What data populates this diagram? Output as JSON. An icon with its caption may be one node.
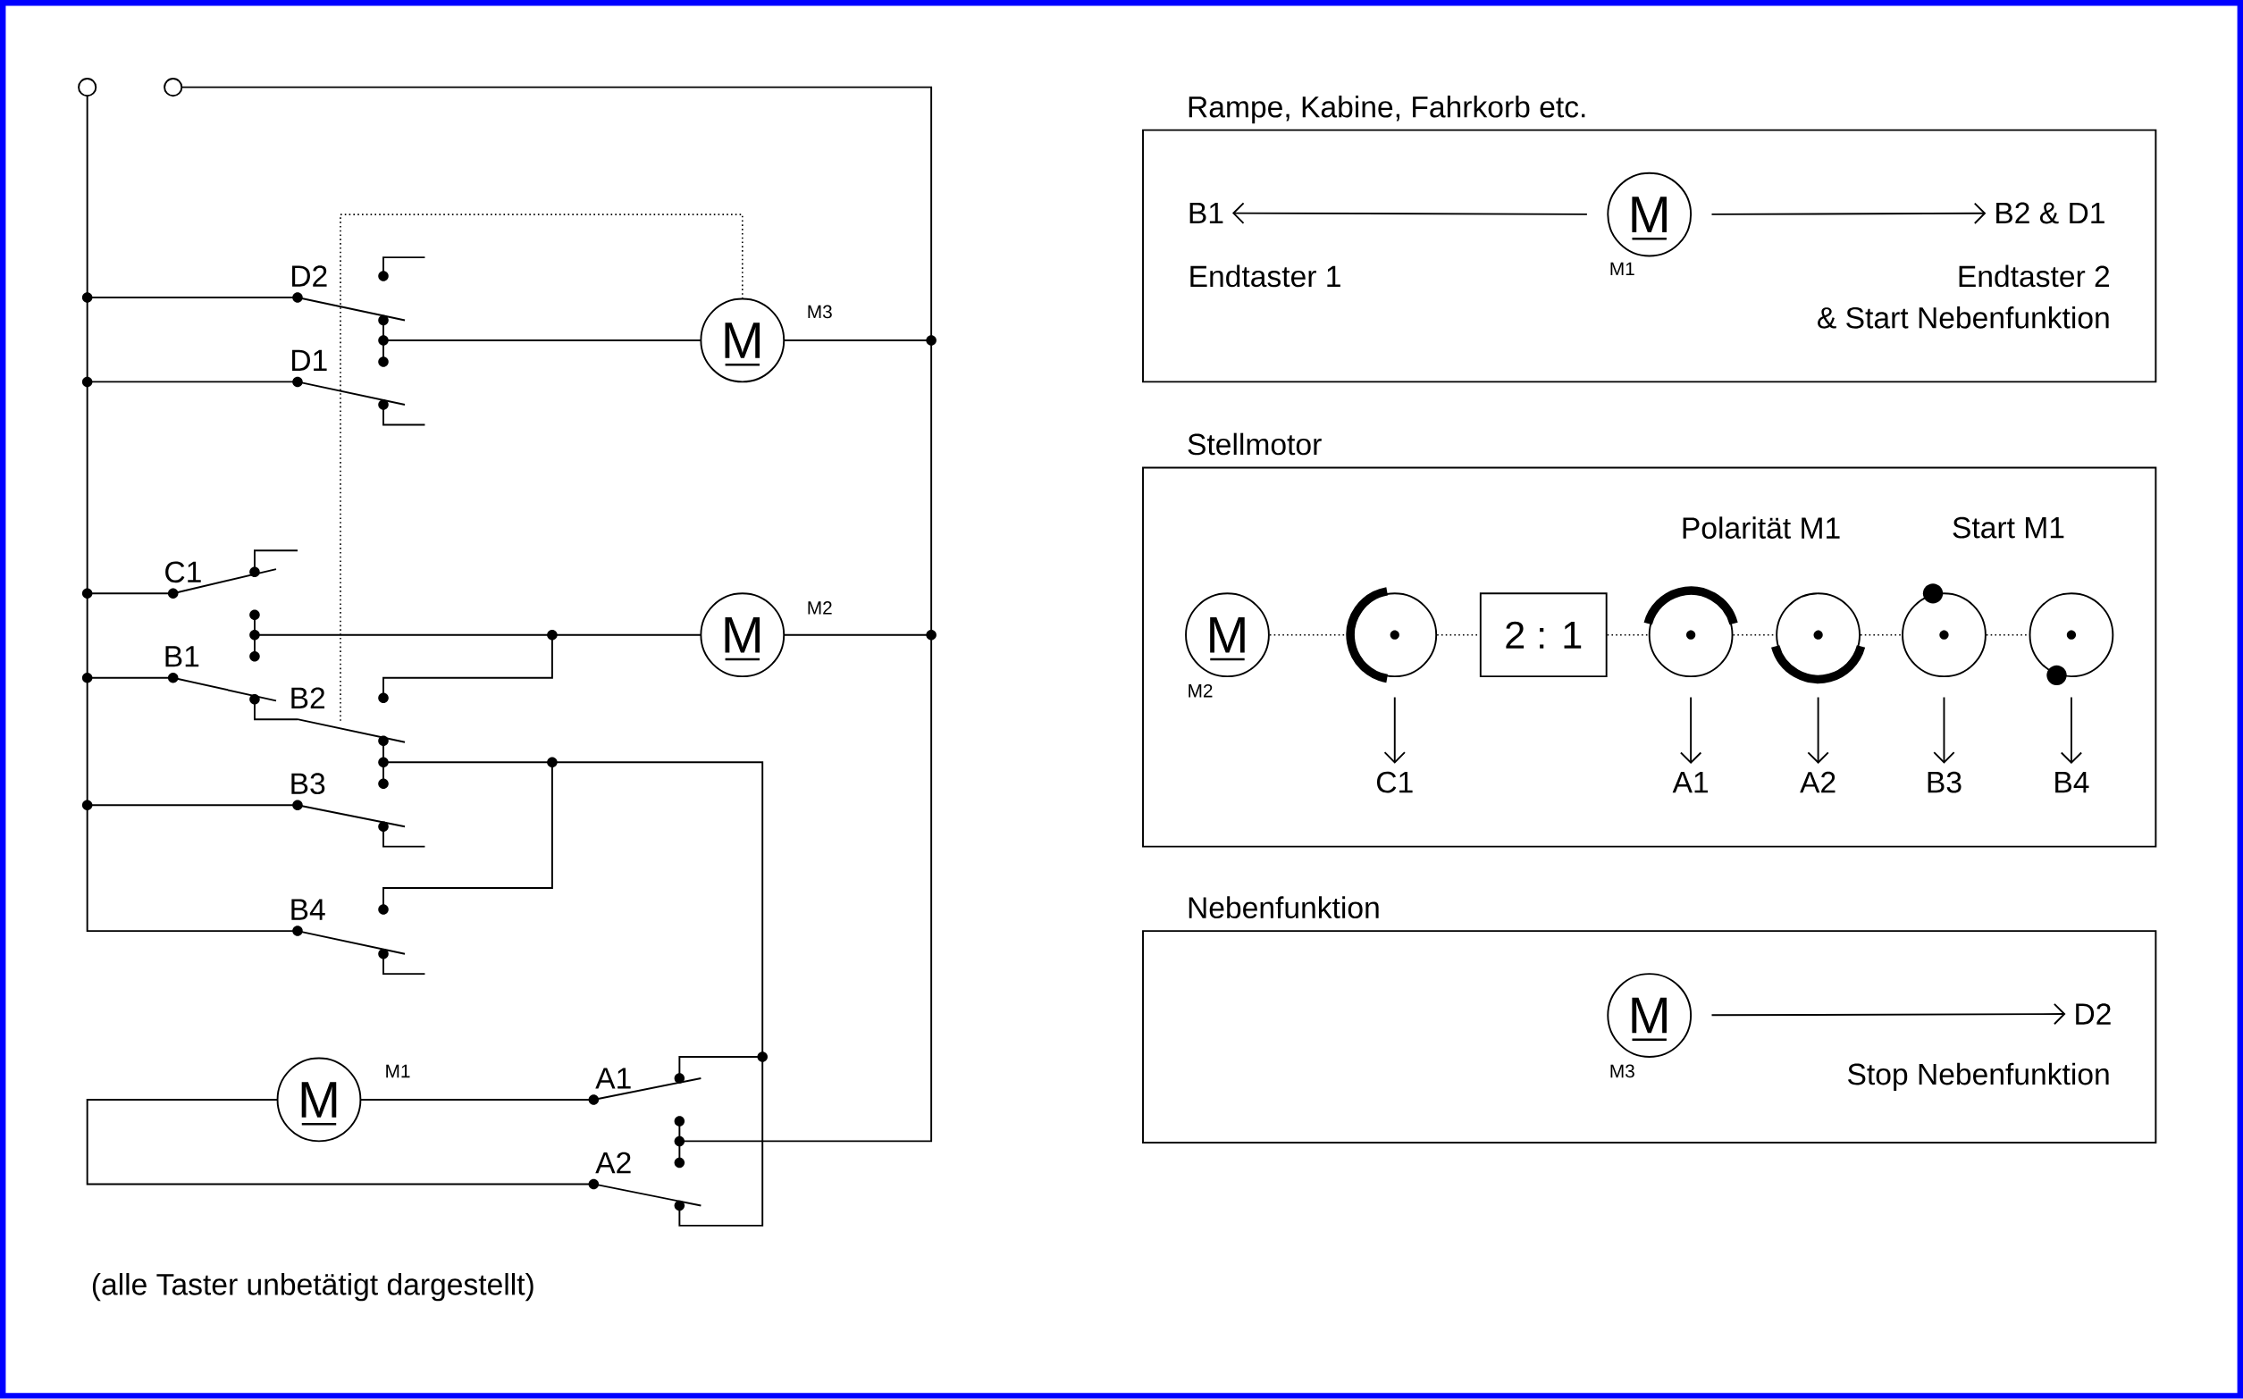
{
  "diagram": {
    "nodes": [
      {
        "text": [
          "M"
        ],
        "beside": [
          "M3"
        ]
      },
      {
        "text": [
          "M"
        ],
        "beside": [
          "M2"
        ]
      },
      {
        "text": [
          "M"
        ],
        "beside": [
          "M1"
        ]
      },
      {
        "text": [
          "Rampe, Kabine, Fahrkorb etc."
        ]
      },
      {
        "text": [
          "B1"
        ],
        "in": 3,
        "beside": [
          "Endtaster 1"
        ]
      },
      {
        "text": [
          "M"
        ],
        "in": 3,
        "beside": [
          "M1"
        ]
      },
      {
        "text": [
          "B2 & D1"
        ],
        "in": 3,
        "beside": [
          "Endtaster 2",
          "& Start Nebenfunktion"
        ]
      },
      {
        "text": [
          "Stellmotor"
        ]
      },
      {
        "text": [
          "M"
        ],
        "in": 7,
        "beside": [
          "M2"
        ]
      },
      {
        "text": [],
        "shape": "circle",
        "in": 7
      },
      {
        "text": [
          "2 : 1"
        ],
        "in": 7
      },
      {
        "text": [],
        "shape": "circle",
        "in": 7
      },
      {
        "text": [],
        "shape": "circle",
        "in": 7
      },
      {
        "text": [],
        "shape": "circle",
        "in": 7
      },
      {
        "text": [],
        "shape": "circle",
        "in": 7
      },
      {
        "text": [
          "C1"
        ],
        "in": 7
      },
      {
        "text": [
          "A1"
        ],
        "in": 7
      },
      {
        "text": [
          "A2"
        ],
        "in": 7
      },
      {
        "text": [
          "B3"
        ],
        "in": 7
      },
      {
        "text": [
          "B4"
        ],
        "in": 7
      },
      {
        "text": [
          "Nebenfunktion"
        ]
      },
      {
        "text": [
          "M"
        ],
        "in": 20,
        "beside": [
          "M3"
        ]
      },
      {
        "text": [
          "D2"
        ],
        "in": 20,
        "beside": [
          "Stop Nebenfunktion"
        ]
      }
    ],
    "edges": [
      {
        "from": 5,
        "to": 4,
        "arrow": "to"
      },
      {
        "from": 5,
        "to": 6,
        "arrow": "to"
      },
      {
        "from": 8,
        "to": 9,
        "arrow": "none",
        "style": "dashed"
      },
      {
        "from": 9,
        "to": 10,
        "arrow": "none",
        "style": "dashed"
      },
      {
        "from": 10,
        "to": 11,
        "arrow": "none",
        "style": "dashed"
      },
      {
        "from": 11,
        "to": 12,
        "arrow": "none",
        "style": "dashed"
      },
      {
        "from": 12,
        "to": 13,
        "arrow": "none",
        "style": "dashed"
      },
      {
        "from": 13,
        "to": 14,
        "arrow": "none",
        "style": "dashed"
      },
      {
        "from": 9,
        "to": 15,
        "arrow": "to"
      },
      {
        "from": 11,
        "to": 16,
        "arrow": "to"
      },
      {
        "from": 12,
        "to": 17,
        "arrow": "to"
      },
      {
        "from": 13,
        "to": 18,
        "arrow": "to"
      },
      {
        "from": 14,
        "to": 19,
        "arrow": "to"
      },
      {
        "from": 21,
        "to": 22,
        "arrow": "to"
      }
    ],
    "labels": [
      "D2",
      "D1",
      "C1",
      "B1",
      "B2",
      "B3",
      "B4",
      "A1",
      "A2",
      "Polarität M1",
      "Start M1",
      "(alle Taster unbetätigt dargestellt)"
    ]
  }
}
